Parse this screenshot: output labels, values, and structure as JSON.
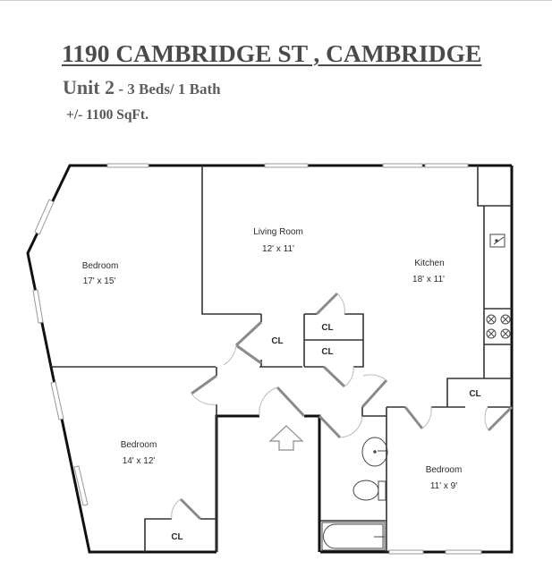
{
  "header": {
    "title": "1190 CAMBRIDGE ST , CAMBRIDGE",
    "unit": "Unit 2",
    "unit_details": " - 3 Beds/ 1 Bath",
    "area": "+/- 1100 SqFt."
  },
  "rooms": {
    "bedroom_nw": {
      "name": "Bedroom",
      "size": "17' x 15'"
    },
    "living_room": {
      "name": "Living Room",
      "size": "12' x 11'"
    },
    "kitchen": {
      "name": "Kitchen",
      "size": "18' x 11'"
    },
    "bedroom_sw": {
      "name": "Bedroom",
      "size": "14' x 12'"
    },
    "bedroom_se": {
      "name": "Bedroom",
      "size": "11' x 9'"
    }
  },
  "closets": {
    "hall_closet": "CL",
    "closet_upper": "CL",
    "closet_lower": "CL",
    "kitchen_closet": "CL",
    "bedroom_sw_closet": "CL"
  },
  "colors": {
    "wall": "#111111",
    "interior_wall": "#333333",
    "door": "#8a8a8a",
    "window": "#bdbdbd",
    "text": "#2a2a2a",
    "title": "#4a4a4a"
  }
}
